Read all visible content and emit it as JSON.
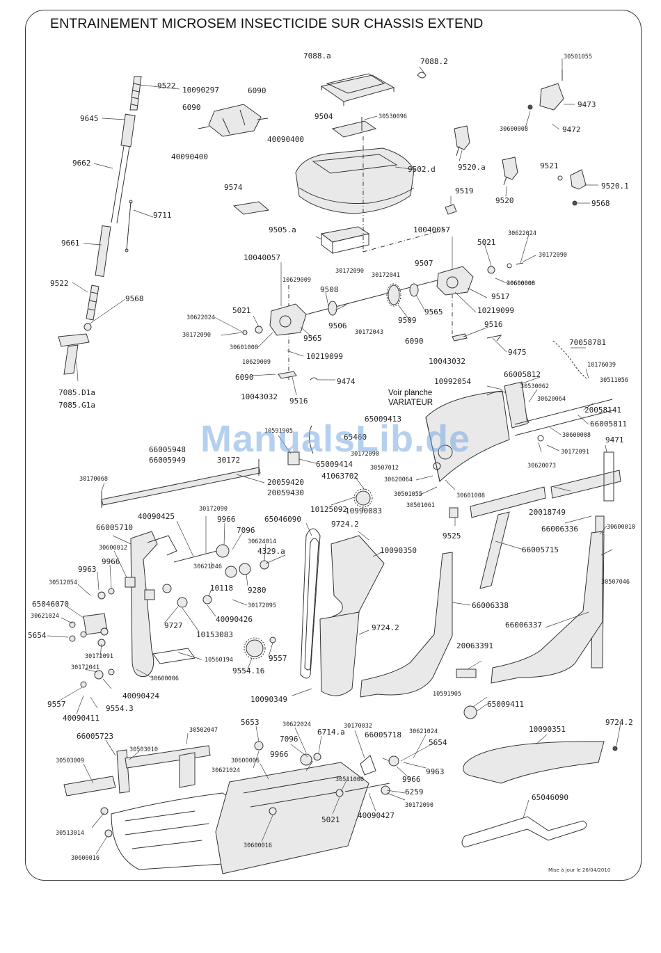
{
  "title": "ENTRAINEMENT MICROSEM INSECTICIDE SUR CHASSIS EXTEND",
  "watermark": "ManualsLib.de",
  "footer_date": "Mise à jour le 26/04/2010",
  "reference_note": {
    "line1": "Voir planche",
    "line2": "VARIATEUR"
  },
  "labels": [
    "7088.a",
    "7088.2",
    "30501055",
    "9473",
    "30600008",
    "9472",
    "10090297",
    "6090",
    "6090",
    "40090400",
    "40090400",
    "9504",
    "30530096",
    "9502.d",
    "9520.a",
    "9520",
    "9521",
    "9520.1",
    "9519",
    "9568",
    "9522",
    "9645",
    "9662",
    "9711",
    "9574",
    "9661",
    "9522",
    "9568",
    "7085.D1a",
    "7085.G1a",
    "9505.a",
    "10040057",
    "5021",
    "30622024",
    "30172090",
    "10040057",
    "10629009",
    "30172090",
    "30172041",
    "9507",
    "30600008",
    "9508",
    "5021",
    "30622024",
    "30172090",
    "9506",
    "30172043",
    "9509",
    "9565",
    "9517",
    "30600006",
    "10219099",
    "30601008",
    "10629009",
    "9565",
    "10219099",
    "9516",
    "6090",
    "9475",
    "10043032",
    "6090",
    "9474",
    "10043032",
    "9516",
    "70058781",
    "10176039",
    "30511056",
    "10992054",
    "66005812",
    "30530062",
    "30620064",
    "20058141",
    "66005811",
    "30600008",
    "10591905",
    "65009413",
    "65460",
    "30172090",
    "30507012",
    "66005948",
    "66005949",
    "30172",
    "65009414",
    "41063702",
    "30620064",
    "30501055",
    "30501061",
    "30601008",
    "30620073",
    "30172091",
    "9471",
    "30170068",
    "20059420",
    "20059430",
    "10125092",
    "10990083",
    "20018749",
    "66006336",
    "30600010",
    "9525",
    "66005715",
    "30507046",
    "40090425",
    "30172090",
    "9966",
    "7096",
    "65046090",
    "9724.2",
    "30624014",
    "4329.a",
    "66005710",
    "30600012",
    "9963",
    "9966",
    "30621046",
    "10090350",
    "30512054",
    "10118",
    "9280",
    "30172095",
    "65046070",
    "30621024",
    "40090426",
    "10153083",
    "66006338",
    "66006337",
    "5654",
    "9727",
    "9724.2",
    "30172091",
    "10560194",
    "9557",
    "20063391",
    "30172041",
    "30600006",
    "9554.16",
    "9557",
    "40090424",
    "10090349",
    "9554.3",
    "40090411",
    "10591905",
    "65009411",
    "9724.2",
    "10090351",
    "66005723",
    "30502047",
    "5653",
    "30622024",
    "6714.a",
    "30170032",
    "66005718",
    "30621024",
    "5654",
    "30503010",
    "30503009",
    "30600006",
    "7096",
    "9966",
    "30621024",
    "9963",
    "9966",
    "30511000",
    "6259",
    "30172090",
    "40090427",
    "5021",
    "30513014",
    "30600016",
    "30600016",
    "65046090"
  ]
}
